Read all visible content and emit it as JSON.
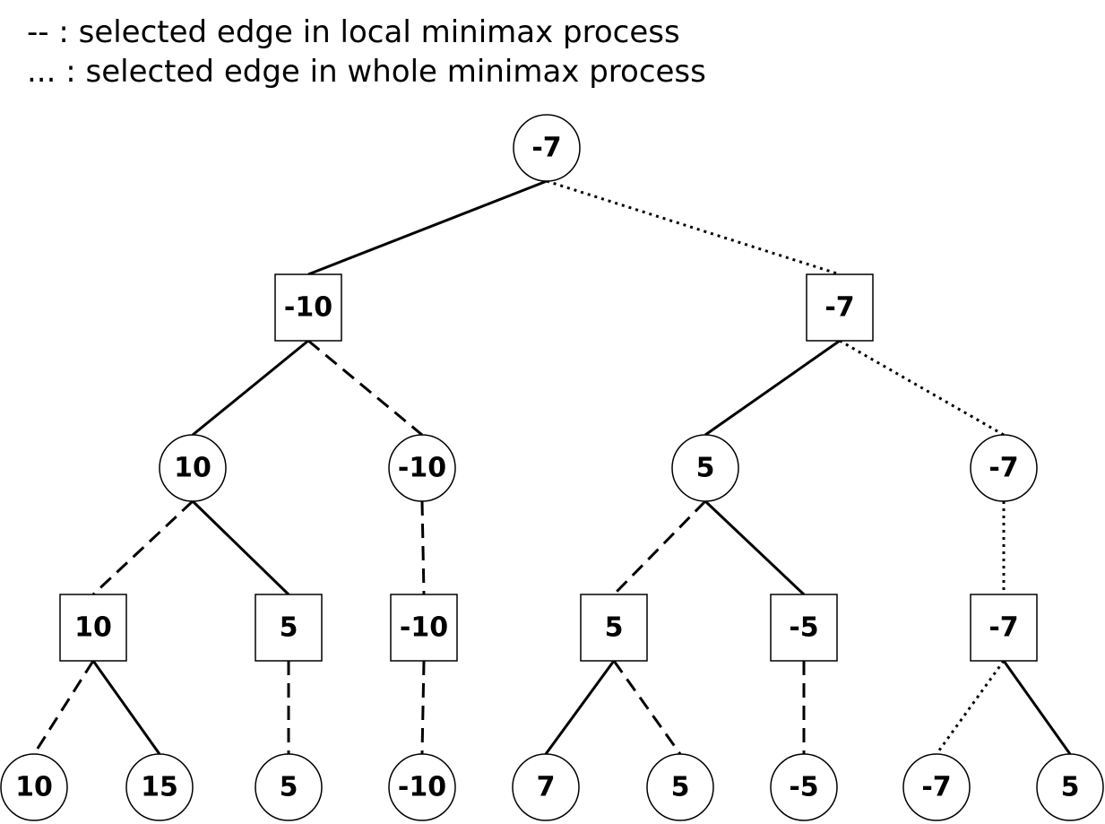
{
  "legend": {
    "line1": "-- : selected edge in local minimax process",
    "line2": "... : selected edge in whole minimax process"
  },
  "nodes": [
    {
      "id": "root",
      "shape": "circle",
      "value": "-7"
    },
    {
      "id": "L1a",
      "shape": "square",
      "value": "-10"
    },
    {
      "id": "L1b",
      "shape": "square",
      "value": "-7"
    },
    {
      "id": "L2a",
      "shape": "circle",
      "value": "10"
    },
    {
      "id": "L2b",
      "shape": "circle",
      "value": "-10"
    },
    {
      "id": "L2c",
      "shape": "circle",
      "value": "5"
    },
    {
      "id": "L2d",
      "shape": "circle",
      "value": "-7"
    },
    {
      "id": "L3a",
      "shape": "square",
      "value": "10"
    },
    {
      "id": "L3b",
      "shape": "square",
      "value": "5"
    },
    {
      "id": "L3c",
      "shape": "square",
      "value": "-10"
    },
    {
      "id": "L3d",
      "shape": "square",
      "value": "5"
    },
    {
      "id": "L3e",
      "shape": "square",
      "value": "-5"
    },
    {
      "id": "L3f",
      "shape": "square",
      "value": "-7"
    },
    {
      "id": "L4a",
      "shape": "circle",
      "value": "10"
    },
    {
      "id": "L4b",
      "shape": "circle",
      "value": "15"
    },
    {
      "id": "L4c",
      "shape": "circle",
      "value": "5"
    },
    {
      "id": "L4d",
      "shape": "circle",
      "value": "-10"
    },
    {
      "id": "L4e",
      "shape": "circle",
      "value": "7"
    },
    {
      "id": "L4f",
      "shape": "circle",
      "value": "5"
    },
    {
      "id": "L4g",
      "shape": "circle",
      "value": "-5"
    },
    {
      "id": "L4h",
      "shape": "circle",
      "value": "-7"
    },
    {
      "id": "L4i",
      "shape": "circle",
      "value": "5"
    }
  ],
  "edges": [
    {
      "from": "root",
      "to": "L1a",
      "style": "solid"
    },
    {
      "from": "root",
      "to": "L1b",
      "style": "dotted"
    },
    {
      "from": "L1a",
      "to": "L2a",
      "style": "solid"
    },
    {
      "from": "L1a",
      "to": "L2b",
      "style": "dashed"
    },
    {
      "from": "L1b",
      "to": "L2c",
      "style": "solid"
    },
    {
      "from": "L1b",
      "to": "L2d",
      "style": "dotted"
    },
    {
      "from": "L2a",
      "to": "L3a",
      "style": "dashed"
    },
    {
      "from": "L2a",
      "to": "L3b",
      "style": "solid"
    },
    {
      "from": "L2b",
      "to": "L3c",
      "style": "dashed"
    },
    {
      "from": "L2c",
      "to": "L3d",
      "style": "dashed"
    },
    {
      "from": "L2c",
      "to": "L3e",
      "style": "solid"
    },
    {
      "from": "L2d",
      "to": "L3f",
      "style": "dotted"
    },
    {
      "from": "L3a",
      "to": "L4a",
      "style": "dashed"
    },
    {
      "from": "L3a",
      "to": "L4b",
      "style": "solid"
    },
    {
      "from": "L3b",
      "to": "L4c",
      "style": "dashed"
    },
    {
      "from": "L3c",
      "to": "L4d",
      "style": "dashed"
    },
    {
      "from": "L3d",
      "to": "L4e",
      "style": "solid"
    },
    {
      "from": "L3d",
      "to": "L4f",
      "style": "dashed"
    },
    {
      "from": "L3e",
      "to": "L4g",
      "style": "dashed"
    },
    {
      "from": "L3f",
      "to": "L4h",
      "style": "dotted"
    },
    {
      "from": "L3f",
      "to": "L4i",
      "style": "solid"
    }
  ]
}
